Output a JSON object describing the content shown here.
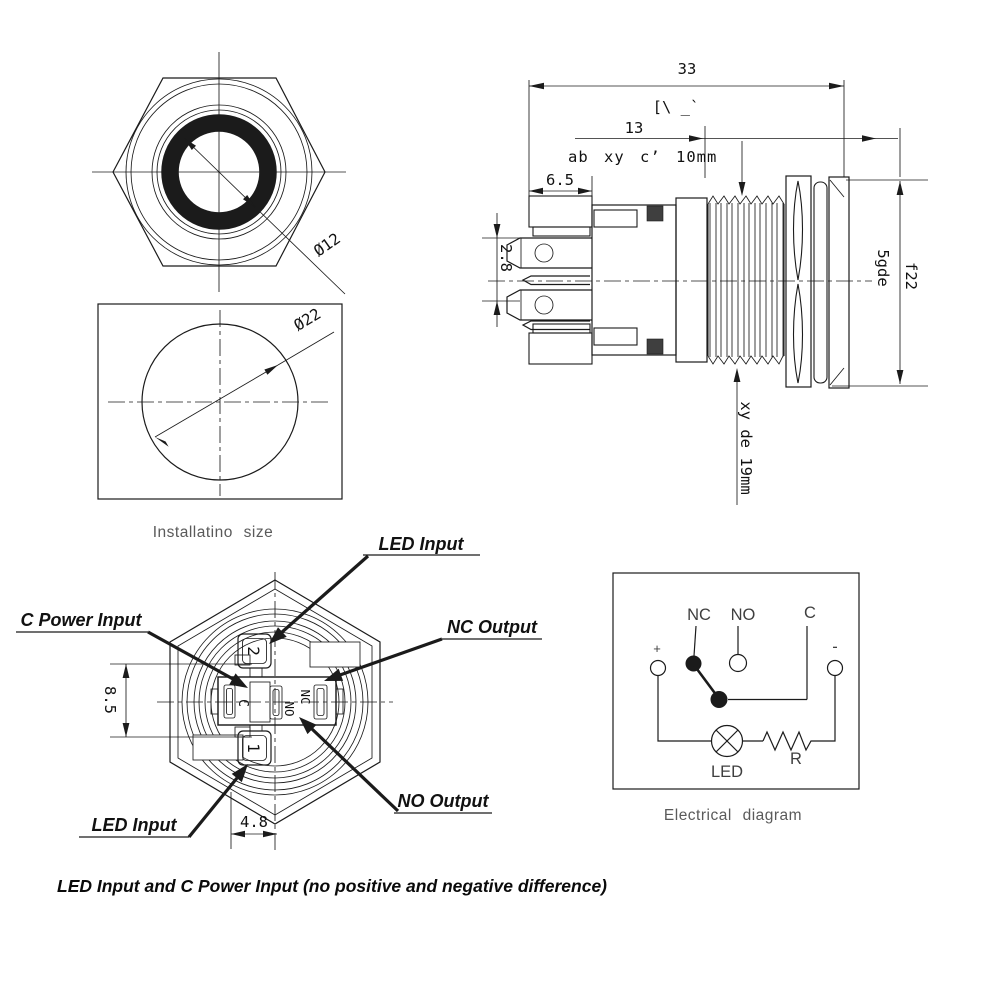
{
  "front_view": {
    "diameter_label": "Ø12"
  },
  "installation_view": {
    "diameter_label": "Ø22",
    "caption": "Installatino size"
  },
  "side_view": {
    "dim_total_length": "33",
    "cad_glyph": "[\\ _`",
    "dim_thread_length": "13",
    "cad_note": "ab xy c’ 10mm",
    "dim_front_section": "6.5",
    "dim_terminal": "2.8",
    "dim_body_height_inner": "5gde",
    "dim_body_height_outer": "f22",
    "dim_mounting_note": "xy de 19mm"
  },
  "back_view": {
    "callout_led_input_top": "LED Input",
    "callout_c_power_input": "C Power Input",
    "callout_nc_output": "NC Output",
    "callout_no_output": "NO Output",
    "callout_led_input_bottom": "LED Input",
    "dim_terminal_spacing_v": "8.5",
    "dim_terminal_spacing_h": "4.8",
    "terminal_top": "2",
    "terminal_bottom": "1",
    "terminal_c": "C",
    "terminal_no": "NO",
    "terminal_nc": "NC"
  },
  "electrical_diagram": {
    "label_nc": "NC",
    "label_no": "NO",
    "label_c": "C",
    "label_plus": "+",
    "label_minus": "-",
    "label_r": "R",
    "label_led": "LED",
    "caption": "Electrical diagram"
  },
  "footnote": "LED Input and C Power Input (no positive and negative difference)"
}
